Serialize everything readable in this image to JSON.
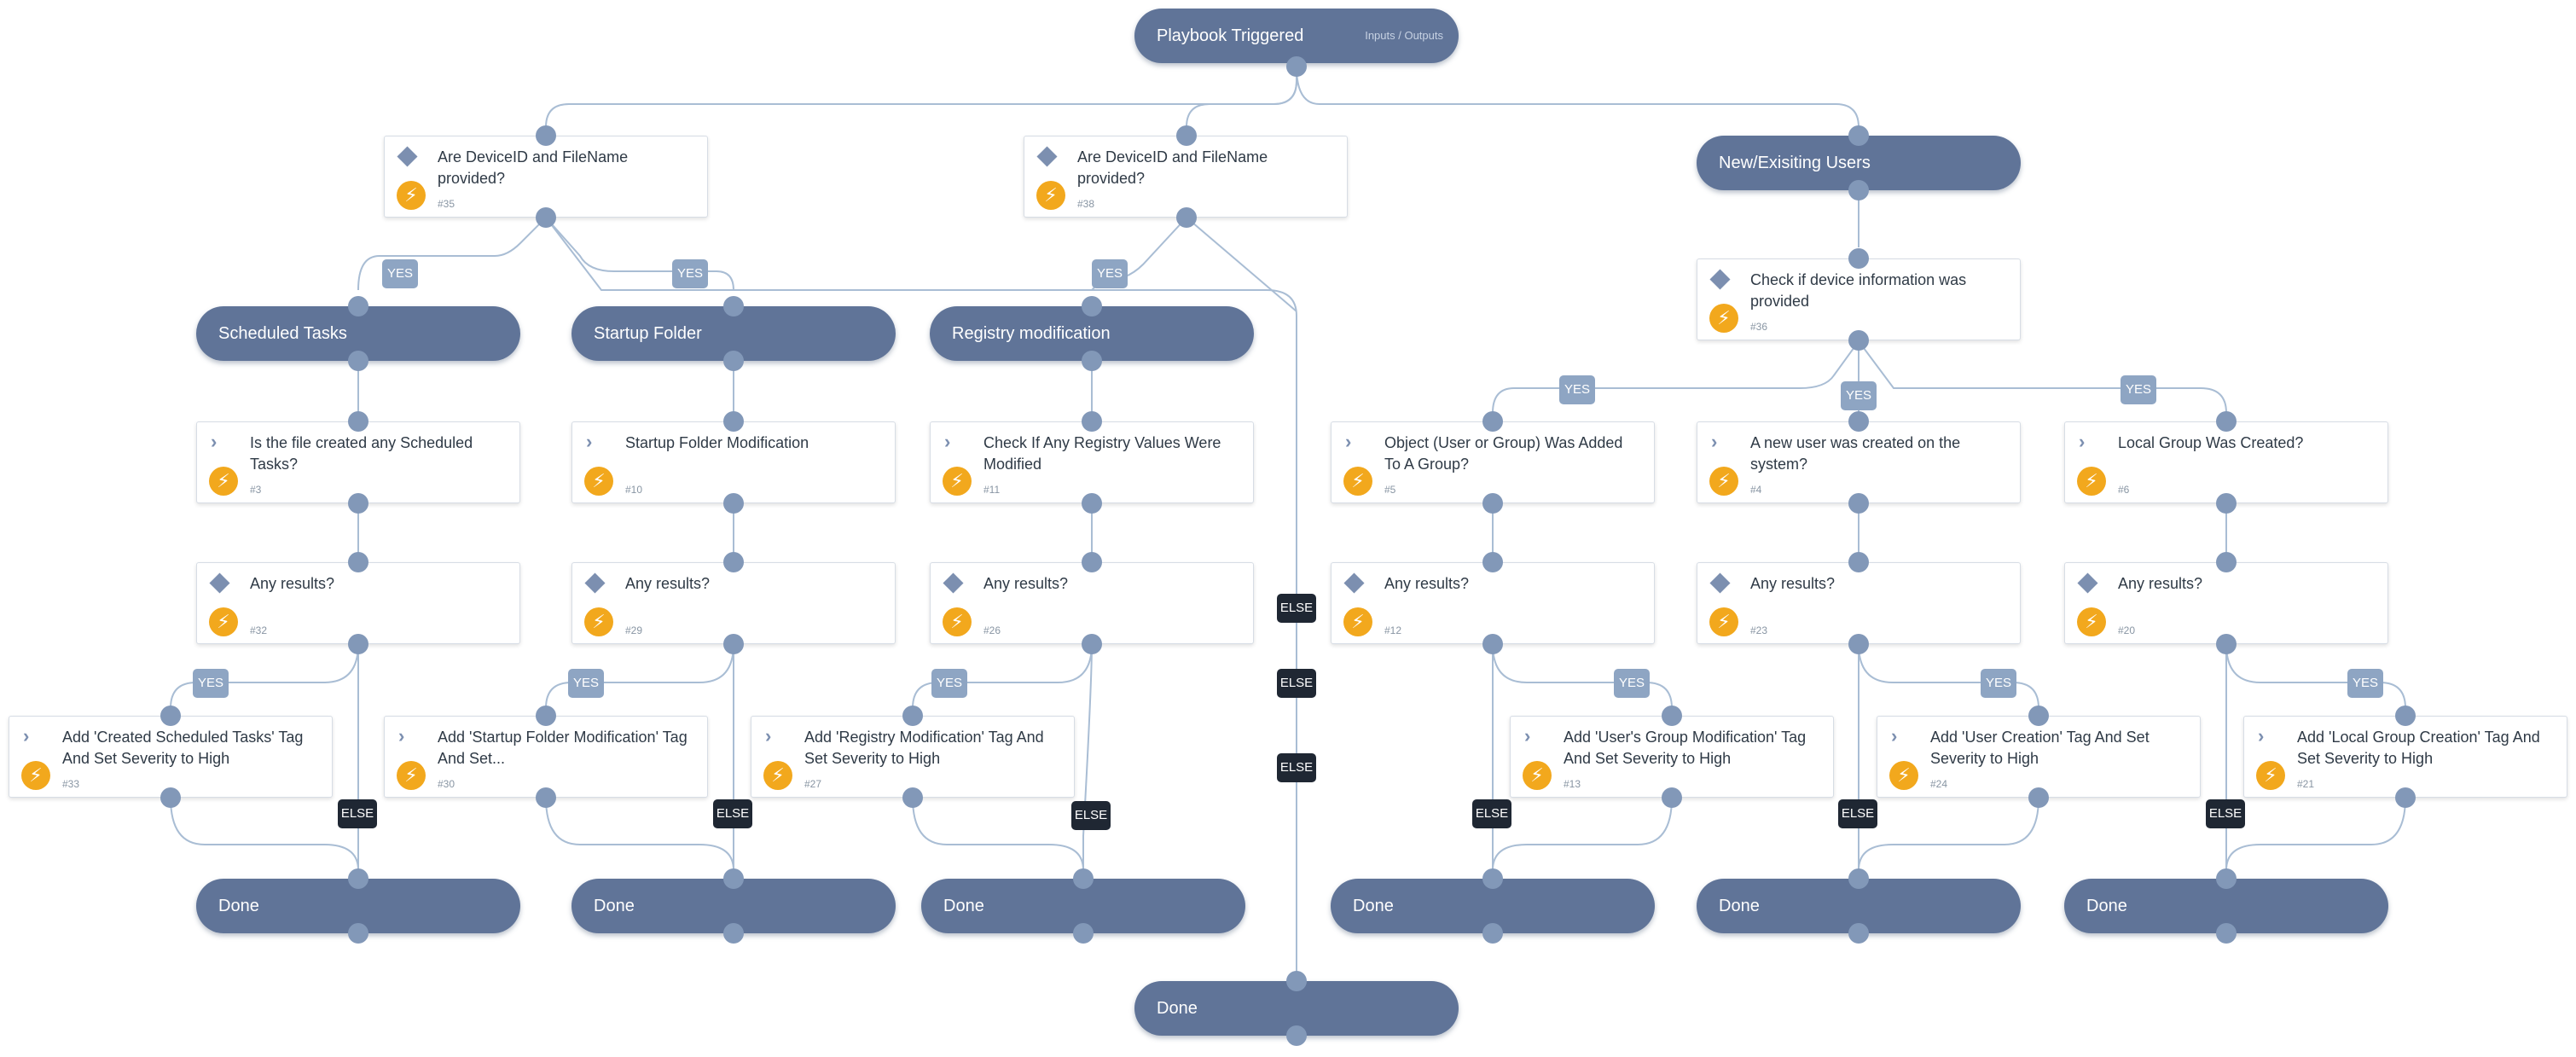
{
  "start": {
    "title": "Playbook Triggered",
    "io": "Inputs / Outputs"
  },
  "pills": {
    "new_users": "New/Exisiting Users",
    "scheduled": "Scheduled Tasks",
    "startup": "Startup Folder",
    "registry": "Registry modification",
    "done": "Done"
  },
  "tasks": {
    "t35": {
      "text": "Are DeviceID and FileName provided?",
      "num": "#35"
    },
    "t38": {
      "text": "Are DeviceID and FileName provided?",
      "num": "#38"
    },
    "t36": {
      "text": "Check if device information was provided",
      "num": "#36"
    },
    "t3": {
      "text": "Is the file created any Scheduled Tasks?",
      "num": "#3"
    },
    "t10": {
      "text": "Startup Folder Modification",
      "num": "#10"
    },
    "t11": {
      "text": "Check If Any Registry Values Were Modified",
      "num": "#11"
    },
    "t5": {
      "text": "Object (User or Group) Was Added To A Group?",
      "num": "#5"
    },
    "t4": {
      "text": "A new user was created on the system?",
      "num": "#4"
    },
    "t6": {
      "text": "Local Group Was Created?",
      "num": "#6"
    },
    "t32": {
      "text": "Any results?",
      "num": "#32"
    },
    "t29": {
      "text": "Any results?",
      "num": "#29"
    },
    "t26": {
      "text": "Any results?",
      "num": "#26"
    },
    "t12": {
      "text": "Any results?",
      "num": "#12"
    },
    "t23": {
      "text": "Any results?",
      "num": "#23"
    },
    "t20": {
      "text": "Any results?",
      "num": "#20"
    },
    "t33": {
      "text": "Add 'Created Scheduled Tasks' Tag And Set Severity to High",
      "num": "#33"
    },
    "t30": {
      "text": "Add 'Startup Folder Modification' Tag And Set...",
      "num": "#30"
    },
    "t27": {
      "text": "Add 'Registry Modification' Tag And Set Severity to High",
      "num": "#27"
    },
    "t13": {
      "text": "Add 'User's Group Modification' Tag And Set Severity to High",
      "num": "#13"
    },
    "t24": {
      "text": "Add 'User Creation' Tag And Set Severity to High",
      "num": "#24"
    },
    "t21": {
      "text": "Add 'Local Group Creation' Tag And Set Severity to High",
      "num": "#21"
    }
  },
  "labels": {
    "yes": "YES",
    "else": "ELSE"
  },
  "colors": {
    "pill": "#607498",
    "edge": "#a9bdd4",
    "yes": "#8ea5c3",
    "else": "#1f2733",
    "bolt": "#f2a81d"
  }
}
